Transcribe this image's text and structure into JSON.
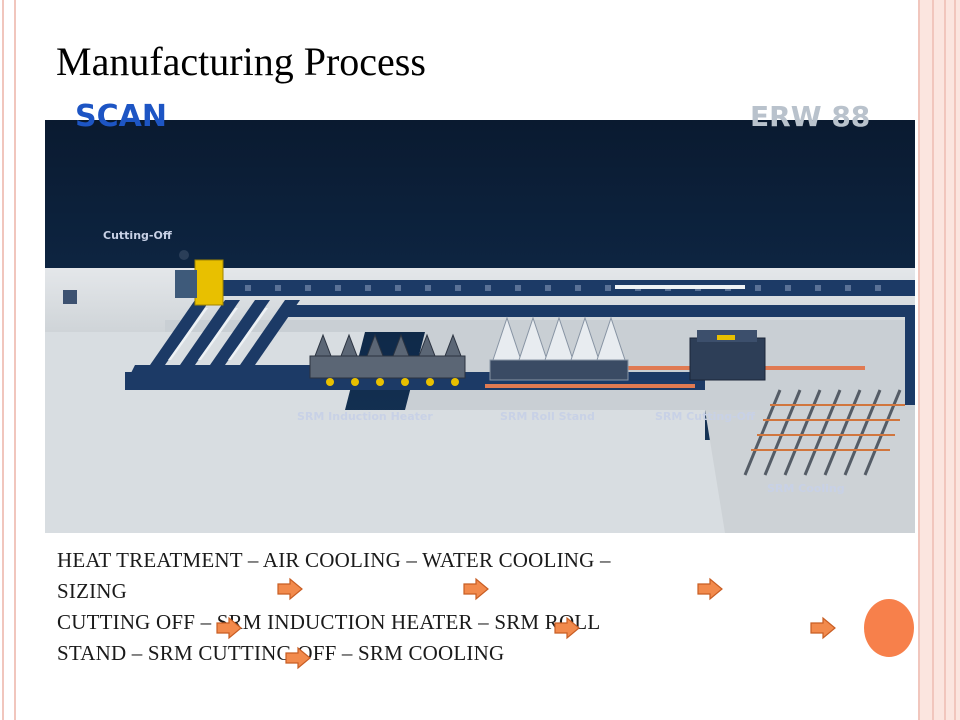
{
  "slide": {
    "title": "Manufacturing Process",
    "picture": {
      "brand_text": "SCAN",
      "model_text": "ERW 88",
      "labels": {
        "cutting_off": "Cutting-Off",
        "induction_heater": "SRM Induction Heater",
        "roll_stand": "SRM Roll Stand",
        "srm_cutting_off": "SRM Cutting-Off",
        "cooling": "SRM Cooling"
      }
    },
    "body_lines": [
      "HEAT TREATMENT – AIR COOLING – WATER COOLING –",
      "SIZING",
      "CUTTING OFF – SRM INDUCTION HEATER  – SRM ROLL",
      "STAND –  SRM CUTTING OFF –  SRM COOLING"
    ],
    "accent_color": "#f7804b",
    "arrow_icon": "right-arrow-icon"
  }
}
